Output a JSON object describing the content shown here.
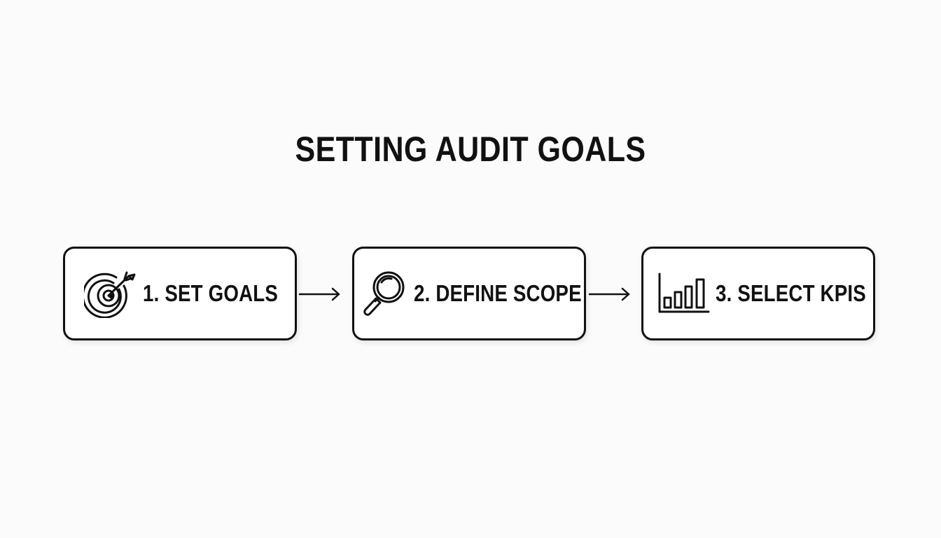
{
  "title": "SETTING AUDIT GOALS",
  "steps": [
    {
      "label": "1. SET GOALS",
      "icon": "target-icon"
    },
    {
      "label": "2. DEFINE SCOPE",
      "icon": "magnifying-glass-icon"
    },
    {
      "label": "3. SELECT KPIS",
      "icon": "bar-chart-icon"
    }
  ],
  "connectors": [
    "arrow-right-icon",
    "arrow-right-icon"
  ],
  "colors": {
    "background": "#fbfbfb",
    "box_fill": "#ffffff",
    "ink": "#111111"
  }
}
